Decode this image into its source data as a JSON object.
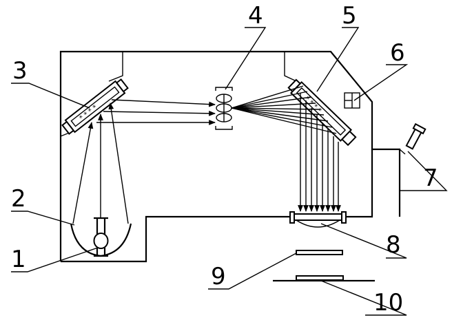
{
  "labels": {
    "n1": "1",
    "n2": "2",
    "n3": "3",
    "n4": "4",
    "n5": "5",
    "n6": "6",
    "n7": "7",
    "n8": "8",
    "n9": "9",
    "n10": "10"
  }
}
